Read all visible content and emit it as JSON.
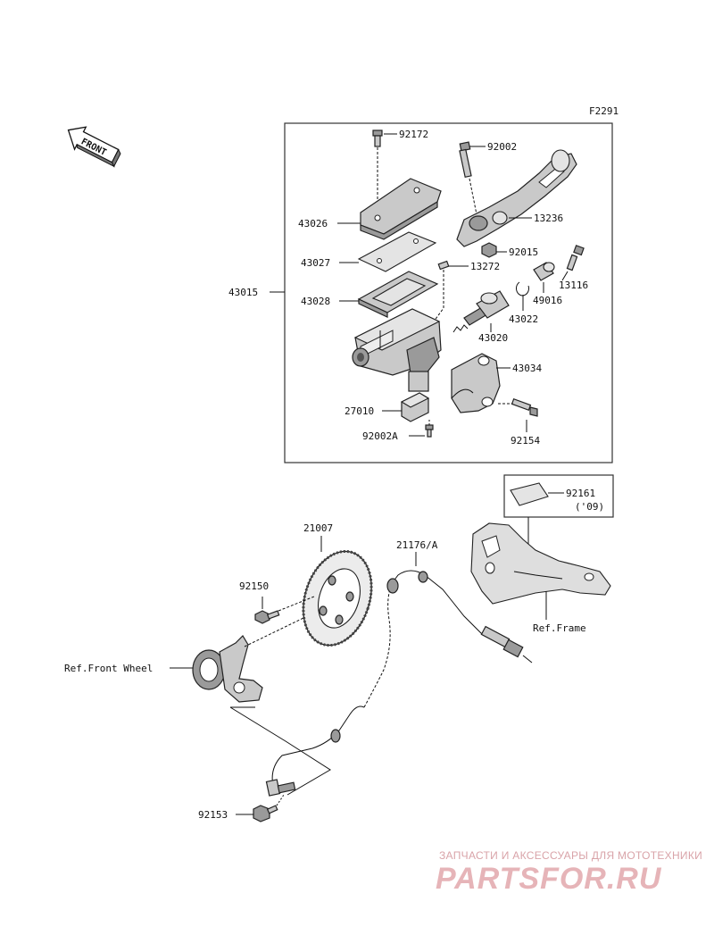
{
  "diagram_code": "F2291",
  "front_label": "FRONT",
  "callouts": {
    "p92172": "92172",
    "p92002": "92002",
    "p43026": "43026",
    "p13236": "13236",
    "p92015": "92015",
    "p43027": "43027",
    "p13272": "13272",
    "p13116": "13116",
    "p43015": "43015",
    "p43028": "43028",
    "p49016": "49016",
    "p43022": "43022",
    "p43020": "43020",
    "p43034": "43034",
    "p27010": "27010",
    "p92002A": "92002A",
    "p92154": "92154",
    "p92161": "92161",
    "p92161_note": "('09)",
    "p21007": "21007",
    "p21176A": "21176/A",
    "p92150": "92150",
    "p92153": "92153"
  },
  "references": {
    "frame": "Ref.Frame",
    "front_wheel": "Ref.Front Wheel"
  },
  "watermark": {
    "tagline": "ЗАПЧАСТИ И АКСЕССУАРЫ ДЛЯ МОТОТЕХНИКИ",
    "brand": "PARTSFOR.RU"
  },
  "colors": {
    "ink": "#111111",
    "part_fill": "#c9c9c9",
    "watermark": "#e6b4b8"
  }
}
